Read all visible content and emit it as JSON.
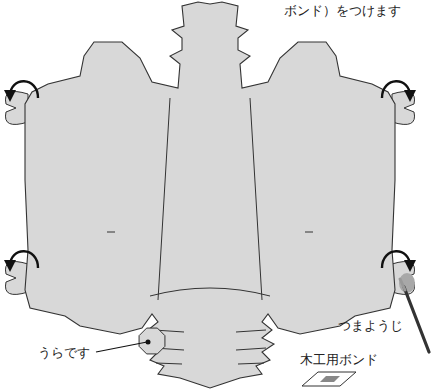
{
  "diagram": {
    "labels": [
      "ボンド）をつけます",
      "うらです",
      "つまようじ",
      "木工用ボンド"
    ]
  }
}
